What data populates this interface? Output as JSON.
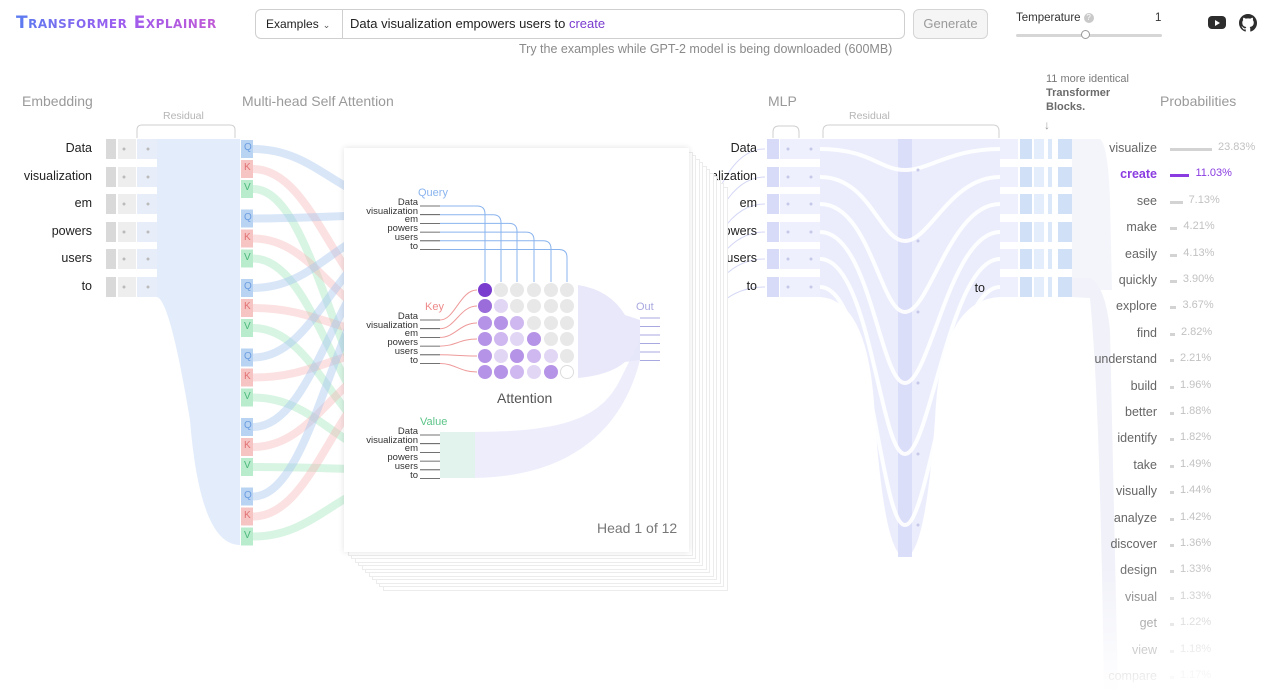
{
  "header": {
    "title": "Transformer Explainer",
    "examples_label": "Examples",
    "prompt_text": "Data visualization empowers users to",
    "prompt_prediction": "create",
    "generate_label": "Generate",
    "hint": "Try the examples while GPT-2 model is being downloaded (600MB)",
    "temperature_label": "Temperature",
    "temperature_value": "1",
    "temperature_fraction": 0.47
  },
  "sections": {
    "embedding": "Embedding",
    "attention": "Multi-head Self Attention",
    "mlp": "MLP",
    "probabilities": "Probabilities",
    "residual": "Residual",
    "blocks_count": "11 more identical",
    "blocks_name": "Transformer",
    "blocks_tail": "Blocks."
  },
  "tokens": [
    "Data",
    "visualization",
    "em",
    "powers",
    "users",
    "to"
  ],
  "qkv": {
    "q": "Q",
    "k": "K",
    "v": "V"
  },
  "head": {
    "query": "Query",
    "key": "Key",
    "value": "Value",
    "attention": "Attention",
    "out": "Out",
    "counter": "Head 1 of 12"
  },
  "last_token": "to",
  "probabilities": [
    {
      "token": "visualize",
      "pct": "23.83%",
      "value": 23.83
    },
    {
      "token": "create",
      "pct": "11.03%",
      "value": 11.03,
      "selected": true
    },
    {
      "token": "see",
      "pct": "7.13%",
      "value": 7.13
    },
    {
      "token": "make",
      "pct": "4.21%",
      "value": 4.21
    },
    {
      "token": "easily",
      "pct": "4.13%",
      "value": 4.13
    },
    {
      "token": "quickly",
      "pct": "3.90%",
      "value": 3.9
    },
    {
      "token": "explore",
      "pct": "3.67%",
      "value": 3.67
    },
    {
      "token": "find",
      "pct": "2.82%",
      "value": 2.82
    },
    {
      "token": "understand",
      "pct": "2.21%",
      "value": 2.21
    },
    {
      "token": "build",
      "pct": "1.96%",
      "value": 1.96
    },
    {
      "token": "better",
      "pct": "1.88%",
      "value": 1.88
    },
    {
      "token": "identify",
      "pct": "1.82%",
      "value": 1.82
    },
    {
      "token": "take",
      "pct": "1.49%",
      "value": 1.49
    },
    {
      "token": "visually",
      "pct": "1.44%",
      "value": 1.44
    },
    {
      "token": "analyze",
      "pct": "1.42%",
      "value": 1.42
    },
    {
      "token": "discover",
      "pct": "1.36%",
      "value": 1.36
    },
    {
      "token": "design",
      "pct": "1.33%",
      "value": 1.33
    },
    {
      "token": "visual",
      "pct": "1.33%",
      "value": 1.33
    },
    {
      "token": "get",
      "pct": "1.22%",
      "value": 1.22
    },
    {
      "token": "view",
      "pct": "1.18%",
      "value": 1.18
    },
    {
      "token": "compare",
      "pct": "1.17%",
      "value": 1.17
    }
  ],
  "colors": {
    "embed": "#c9dcf7",
    "q": "#a8c8f0",
    "k": "#f5b5b5",
    "v": "#a8e6c0",
    "mlp": "#dfe3fb",
    "accent": "#8a3ce0",
    "attn_dot": "#7a3ccf"
  }
}
